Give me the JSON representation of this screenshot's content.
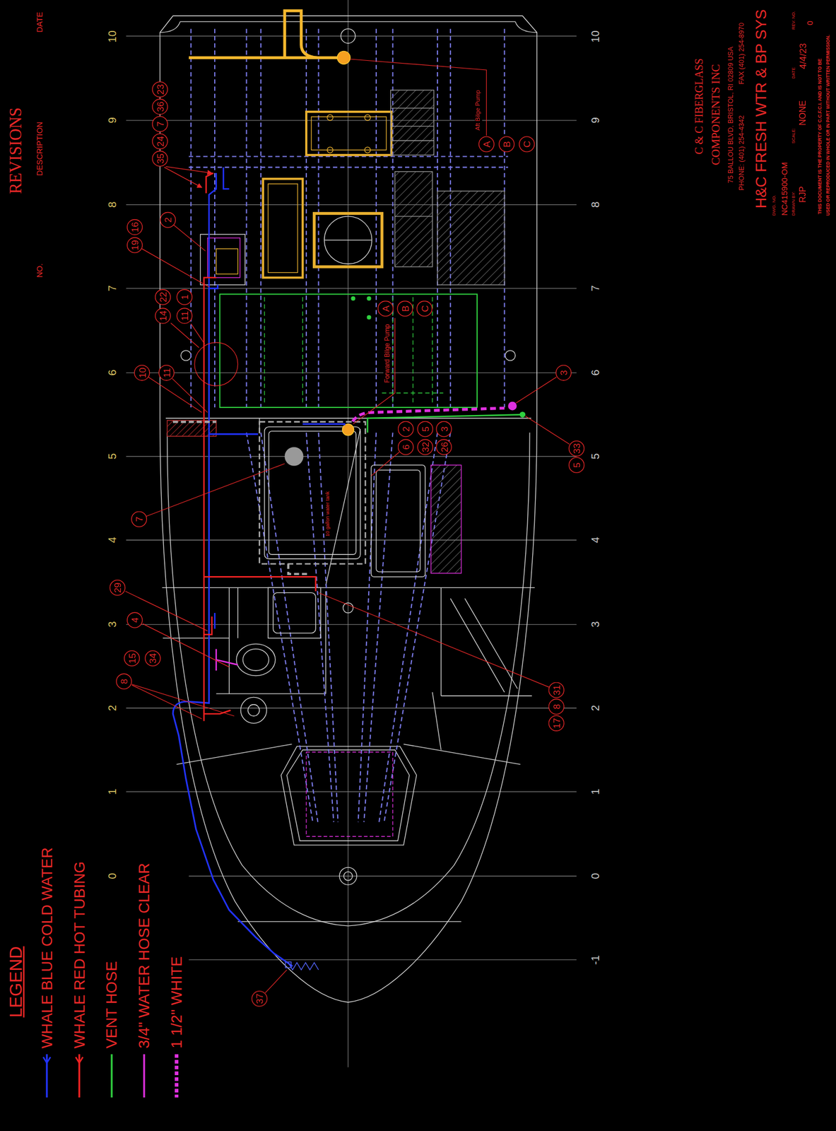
{
  "diagram": {
    "nodes": [
      {
        "text": [
          "37"
        ]
      },
      {
        "text": [
          "8"
        ]
      },
      {
        "text": [
          "15"
        ]
      },
      {
        "text": [
          "34"
        ]
      },
      {
        "text": [
          "4"
        ]
      },
      {
        "text": [
          "29"
        ]
      },
      {
        "text": [
          "7"
        ]
      },
      {
        "text": [
          "10"
        ]
      },
      {
        "text": [
          "11"
        ]
      },
      {
        "text": [
          "14"
        ]
      },
      {
        "text": [
          "22"
        ]
      },
      {
        "text": [
          "11"
        ]
      },
      {
        "text": [
          "1"
        ]
      },
      {
        "text": [
          "19"
        ]
      },
      {
        "text": [
          "16"
        ]
      },
      {
        "text": [
          "2"
        ]
      },
      {
        "text": [
          "35"
        ]
      },
      {
        "text": [
          "24"
        ]
      },
      {
        "text": [
          "7"
        ]
      },
      {
        "text": [
          "36"
        ]
      },
      {
        "text": [
          "23"
        ]
      },
      {
        "text": [
          "3"
        ]
      },
      {
        "text": [
          "5"
        ]
      },
      {
        "text": [
          "33"
        ]
      },
      {
        "text": [
          "6"
        ]
      },
      {
        "text": [
          "2"
        ]
      },
      {
        "text": [
          "32"
        ]
      },
      {
        "text": [
          "5"
        ]
      },
      {
        "text": [
          "26"
        ]
      },
      {
        "text": [
          "3"
        ]
      },
      {
        "text": [
          "17"
        ]
      },
      {
        "text": [
          "8"
        ]
      },
      {
        "text": [
          "31"
        ]
      },
      {
        "text": [
          "A"
        ]
      },
      {
        "text": [
          "B"
        ]
      },
      {
        "text": [
          "C"
        ]
      },
      {
        "text": [
          "A"
        ]
      },
      {
        "text": [
          "B"
        ]
      },
      {
        "text": [
          "C"
        ]
      }
    ],
    "labels": [
      "REVISIONS",
      "DESCRIPTION",
      "NO.",
      "DATE",
      "LEGEND",
      "C & C FIBERGLASS",
      "COMPONENTS INC",
      "75 BALLOU BLVD, BRISTOL, RI 02809 USA",
      "PHONE: (401) 254-4342",
      "FAX (401) 254-8970",
      "H&C FRESH WTR & BP SYS",
      "DWG. NO.",
      "NC415900-OM",
      "DRAWN BY:",
      "RJP",
      "SCALE:",
      "NONE",
      "DATE",
      "4/4/23",
      "REV. NO.",
      "0",
      "THIS DOCUMENT IS THE PROPERTY OF C.C.F.C.I. AND IS NOT TO BE",
      "USED OR REPRODUCED IN WHOLE OR IN PART WITHOUT WRITTEN PERMISSION.",
      "Aft Bilge Pump",
      "Forward Bilge Pump",
      "10 gallon water tank",
      "10",
      "9",
      "8",
      "7",
      "6",
      "5",
      "4",
      "3",
      "2",
      "1",
      "0",
      "10",
      "9",
      "8",
      "7",
      "6",
      "5",
      "4",
      "3",
      "2",
      "1",
      "0",
      "-1"
    ],
    "legend": [
      {
        "text": "WHALE BLUE COLD WATER"
      },
      {
        "text": "WHALE RED HOT TUBING"
      },
      {
        "text": "VENT HOSE"
      },
      {
        "text": "3/4\" WATER HOSE CLEAR"
      },
      {
        "text": "1 1/2\" WHITE"
      }
    ]
  }
}
